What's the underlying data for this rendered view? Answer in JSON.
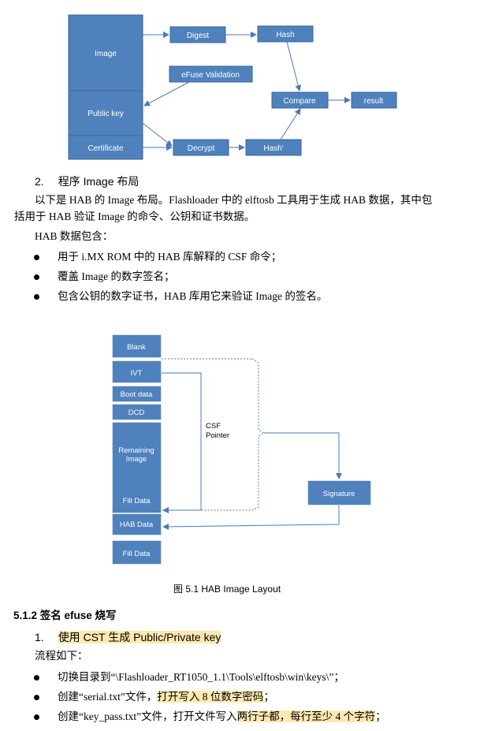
{
  "diagram1": {
    "image": "Image",
    "public_key": "Public key",
    "certificate": "Certificate",
    "digest": "Digest",
    "hash": "Hash",
    "efuse": "eFuse Validation",
    "compare": "Compare",
    "result": "result",
    "decrypt": "Decrypt",
    "hash_prime": "Hash'"
  },
  "section2": {
    "number": "2.",
    "title": "程序 Image 布局",
    "para_line1": "以下是 HAB 的 Image 布局。Flashloader 中的 elftosb 工具用于生成 HAB 数据，其中包",
    "para_line2": "括用于 HAB 验证 Image 的命令、公钥和证书数据。",
    "hab_contains": "HAB 数据包含：",
    "bullets": [
      "用于 i.MX ROM 中的 HAB 库解释的 CSF 命令；",
      "覆盖 Image 的数字签名；",
      "包含公钥的数字证书，HAB 库用它来验证 Image 的签名。"
    ]
  },
  "diagram2": {
    "blank": "Blank",
    "ivt": "IVT",
    "boot_data": "Boot data",
    "dcd": "DCD",
    "remaining_line1": "Remaining",
    "remaining_line2": "Image",
    "fill_data": "Fill Data",
    "hab_data": "HAB Data",
    "fill_data2": "Fill Data",
    "csf_line1": "CSF",
    "csf_line2": "Pointer",
    "signature": "Signature"
  },
  "figure_caption": "图 5.1    HAB Image Layout",
  "section512": {
    "title": "5.1.2  签名 efuse 烧写"
  },
  "step1": {
    "number": "1.",
    "title": "使用 CST 生成 Public/Private key",
    "flow": "流程如下：",
    "b1": "切换目录到“\\Flashloader_RT1050_1.1\\Tools\\elftosb\\win\\keys\\”；",
    "b2_a": "创建“serial.txt”文件，",
    "b2_b": "打开写入 8 位数字密码",
    "b2_c": "；",
    "b3_a": "创建“key_pass.txt”文件，打开文件写入",
    "b3_b": "两行子都，每行至少 4 个字符",
    "b3_c": "；"
  }
}
